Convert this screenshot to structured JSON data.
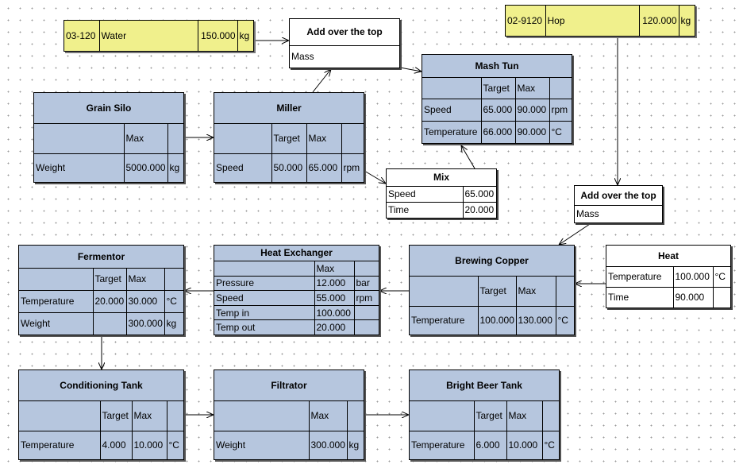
{
  "ingredients": {
    "water": {
      "code": "03-120",
      "name": "Water",
      "qty": "150.000",
      "unit": "kg"
    },
    "hop": {
      "code": "02-9120",
      "name": "Hop",
      "qty": "120.000",
      "unit": "kg"
    }
  },
  "add_top_1": {
    "title": "Add over the top",
    "label": "Mass"
  },
  "add_top_2": {
    "title": "Add over the top",
    "label": "Mass"
  },
  "mash_tun": {
    "title": "Mash Tun",
    "h_target": "Target",
    "h_max": "Max",
    "rows": [
      {
        "name": "Speed",
        "target": "65.000",
        "max": "90.000",
        "unit": "rpm"
      },
      {
        "name": "Temperature",
        "target": "66.000",
        "max": "90.000",
        "unit": "°C"
      }
    ]
  },
  "grain_silo": {
    "title": "Grain Silo",
    "h_max": "Max",
    "row": {
      "name": "Weight",
      "max": "5000.000",
      "unit": "kg"
    }
  },
  "miller": {
    "title": "Miller",
    "h_target": "Target",
    "h_max": "Max",
    "row": {
      "name": "Speed",
      "target": "50.000",
      "max": "65.000",
      "unit": "rpm"
    }
  },
  "mix": {
    "title": "Mix",
    "rows": [
      {
        "name": "Speed",
        "value": "65.000"
      },
      {
        "name": "Time",
        "value": "20.000"
      }
    ]
  },
  "heat": {
    "title": "Heat",
    "rows": [
      {
        "name": "Temperature",
        "value": "100.000",
        "unit": "°C"
      },
      {
        "name": "Time",
        "value": "90.000",
        "unit": ""
      }
    ]
  },
  "fermentor": {
    "title": "Fermentor",
    "h_target": "Target",
    "h_max": "Max",
    "rows": [
      {
        "name": "Temperature",
        "target": "20.000",
        "max": "30.000",
        "unit": "°C"
      },
      {
        "name": "Weight",
        "target": "",
        "max": "300.000",
        "unit": "kg"
      }
    ]
  },
  "heat_exchanger": {
    "title": "Heat Exchanger",
    "h_max": "Max",
    "rows": [
      {
        "name": "Pressure",
        "max": "12.000",
        "unit": "bar"
      },
      {
        "name": "Speed",
        "max": "55.000",
        "unit": "rpm"
      },
      {
        "name": "Temp in",
        "max": "100.000",
        "unit": ""
      },
      {
        "name": "Temp out",
        "max": "20.000",
        "unit": ""
      }
    ]
  },
  "brewing_copper": {
    "title": "Brewing Copper",
    "h_target": "Target",
    "h_max": "Max",
    "row": {
      "name": "Temperature",
      "target": "100.000",
      "max": "130.000",
      "unit": "°C"
    }
  },
  "conditioning_tank": {
    "title": "Conditioning Tank",
    "h_target": "Target",
    "h_max": "Max",
    "row": {
      "name": "Temperature",
      "target": "4.000",
      "max": "10.000",
      "unit": "°C"
    }
  },
  "filtrator": {
    "title": "Filtrator",
    "h_max": "Max",
    "row": {
      "name": "Weight",
      "max": "300.000",
      "unit": "kg"
    }
  },
  "bright_beer_tank": {
    "title": "Bright Beer Tank",
    "h_target": "Target",
    "h_max": "Max",
    "row": {
      "name": "Temperature",
      "target": "6.000",
      "max": "10.000",
      "unit": "°C"
    }
  }
}
